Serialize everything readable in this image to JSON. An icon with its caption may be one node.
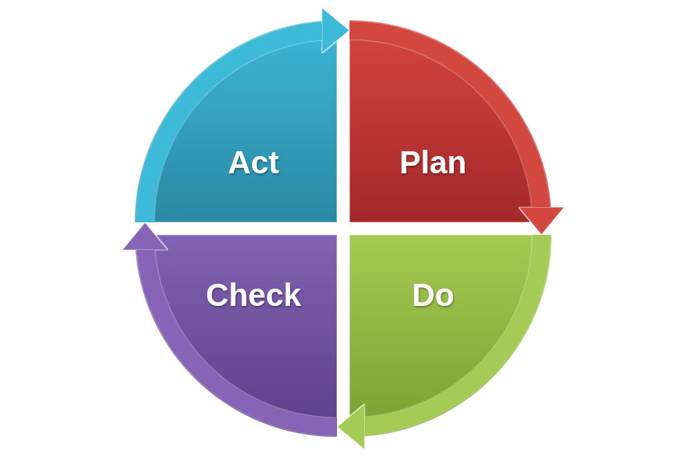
{
  "diagram": {
    "nodes": [
      {
        "text": [
          "Act"
        ]
      },
      {
        "text": [
          "Plan"
        ]
      },
      {
        "text": [
          "Check"
        ]
      },
      {
        "text": [
          "Do"
        ]
      }
    ],
    "edges": [
      {
        "from": 1,
        "to": 3,
        "arrow": "to",
        "color": "#d2473f"
      },
      {
        "from": 3,
        "to": 2,
        "arrow": "to",
        "color": "#a5ca55"
      },
      {
        "from": 2,
        "to": 0,
        "arrow": "to",
        "color": "#8764b5"
      },
      {
        "from": 0,
        "to": 1,
        "arrow": "to",
        "color": "#3ebad9"
      }
    ]
  }
}
